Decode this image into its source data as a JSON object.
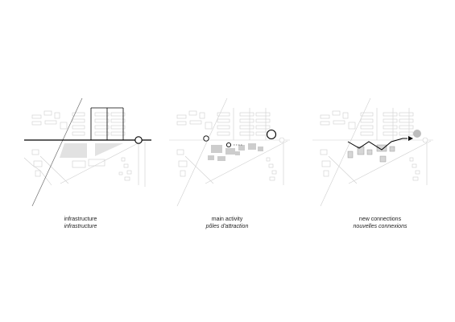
{
  "panels": [
    {
      "id": "infrastructure",
      "caption_en": "infrastructure",
      "caption_fr": "infrastructure"
    },
    {
      "id": "main-activity",
      "caption_en": "main activity",
      "caption_fr": "pôles d'attraction"
    },
    {
      "id": "new-connections",
      "caption_en": "new connections",
      "caption_fr": "nouvelles connexions"
    }
  ],
  "colors": {
    "stroke": "#000000",
    "context": "#cfcfcf",
    "fill": "#dcdcdc",
    "ink": "#222222",
    "dot": "#bdbdbd"
  }
}
